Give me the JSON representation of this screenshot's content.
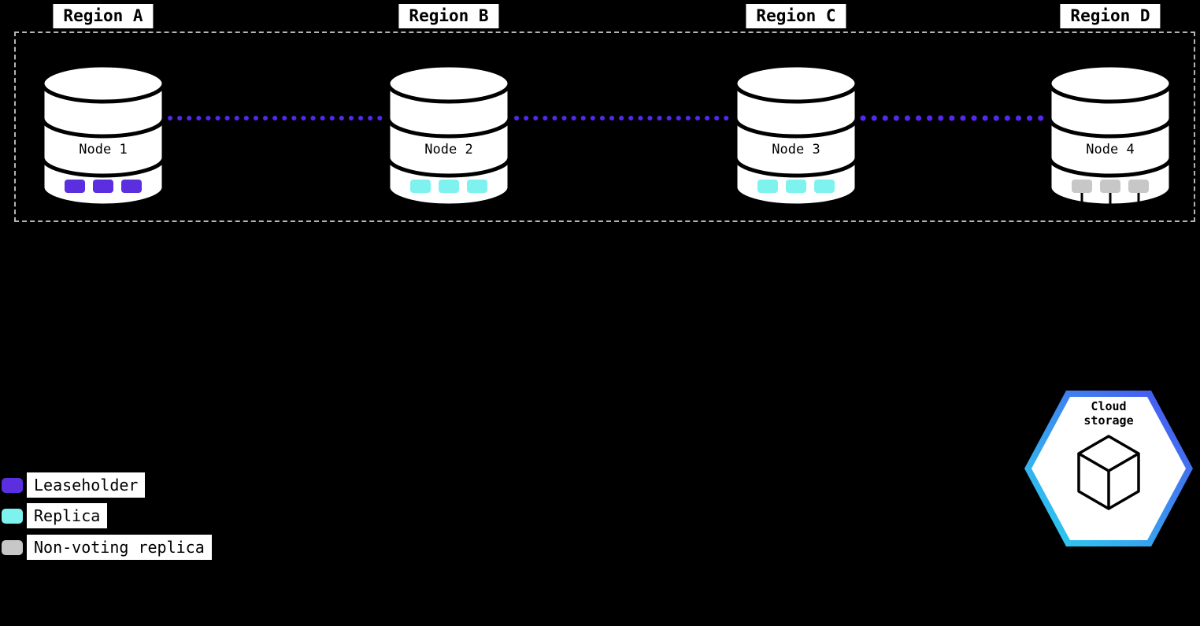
{
  "regions": [
    {
      "label": "Region A",
      "node_name": "Node 1",
      "replica_type": "leaseholder"
    },
    {
      "label": "Region B",
      "node_name": "Node 2",
      "replica_type": "replica"
    },
    {
      "label": "Region C",
      "node_name": "Node 3",
      "replica_type": "replica"
    },
    {
      "label": "Region D",
      "node_name": "Node 4",
      "replica_type": "nonvoting"
    }
  ],
  "legend": {
    "items": [
      {
        "label": "Leaseholder",
        "type": "leaseholder"
      },
      {
        "label": "Replica",
        "type": "replica"
      },
      {
        "label": "Non-voting replica",
        "type": "nonvoting"
      }
    ]
  },
  "cloud_storage": {
    "line1": "Cloud",
    "line2": "storage"
  },
  "colors": {
    "background": "#000000",
    "leaseholder": "#5b2ee0",
    "replica": "#7df2ef",
    "nonvoting": "#c7c7c7",
    "connector": "#5628ec",
    "cylinder_fill": "#ffffff",
    "cylinder_stroke": "#000000",
    "hex_gradient_start": "#2bd7ef",
    "hex_gradient_end": "#4b4cf0"
  }
}
